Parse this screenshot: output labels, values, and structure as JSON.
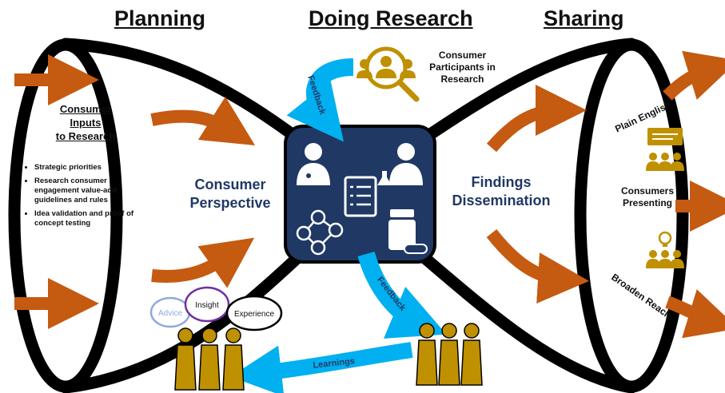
{
  "headers": {
    "planning": "Planning",
    "doing_research": "Doing Research",
    "sharing": "Sharing"
  },
  "planning": {
    "inputs_title_lines": [
      "Consumer",
      "Inputs",
      "to Research"
    ],
    "bullets": [
      "Strategic priorities",
      "Research consumer engagement value-add guidelines and rules",
      "Idea validation and proof of concept testing"
    ],
    "perspective_lines": [
      "Consumer",
      "Perspective"
    ]
  },
  "research": {
    "participants_lines": [
      "Consumer",
      "Participants in",
      "Research"
    ],
    "feedback_top": "Feedback",
    "feedback_bottom": "Feedback",
    "learnings": "Learnings",
    "bubbles": {
      "advice": "Advice",
      "insight": "Insight",
      "experience": "Experience"
    }
  },
  "sharing": {
    "findings_lines": [
      "Findings",
      "Dissemination"
    ],
    "plain_english": "Plain English",
    "consumers_presenting_lines": [
      "Consumers",
      "Presenting"
    ],
    "broaden_reach": "Broaden Reach"
  },
  "colors": {
    "orange": "#c55a11",
    "navy": "#1f3864",
    "gold": "#bf9000",
    "light_blue": "#00b0f0",
    "black": "#000000"
  },
  "icons": [
    "consumer-search-icon",
    "doctor-icon",
    "scientist-icon",
    "checklist-icon",
    "network-icon",
    "medicine-bottle-icon",
    "presentation-group-icon",
    "idea-group-icon",
    "people-group-icon"
  ]
}
